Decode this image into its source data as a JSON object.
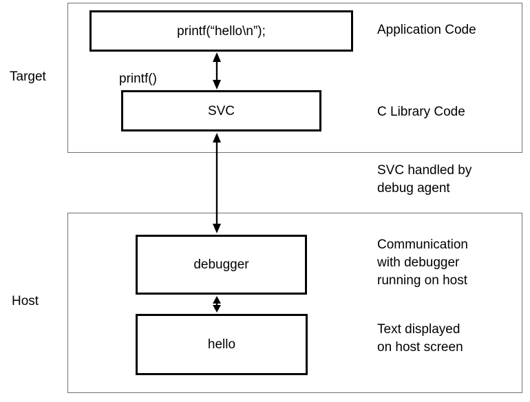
{
  "sections": {
    "target": {
      "label": "Target"
    },
    "host": {
      "label": "Host"
    }
  },
  "boxes": {
    "app_code": {
      "text": "printf(“hello\\n”);"
    },
    "svc": {
      "text": "SVC"
    },
    "debugger": {
      "text": "debugger"
    },
    "hello": {
      "text": "hello"
    }
  },
  "labels": {
    "printf_call": "printf()",
    "application_code": "Application Code",
    "c_library_code": "C Library Code",
    "svc_handled": "SVC handled by\ndebug agent",
    "communication": "Communication\nwith debugger\nrunning on host",
    "text_displayed": "Text displayed\non host screen"
  },
  "arrows": {
    "app_to_svc": "double-headed-vertical",
    "svc_to_debugger": "double-headed-vertical",
    "debugger_to_hello": "double-headed-vertical"
  },
  "colors": {
    "background": "#ffffff",
    "box_border": "#000000",
    "section_border": "#6f6f6f",
    "text": "#000000",
    "arrow": "#000000"
  }
}
